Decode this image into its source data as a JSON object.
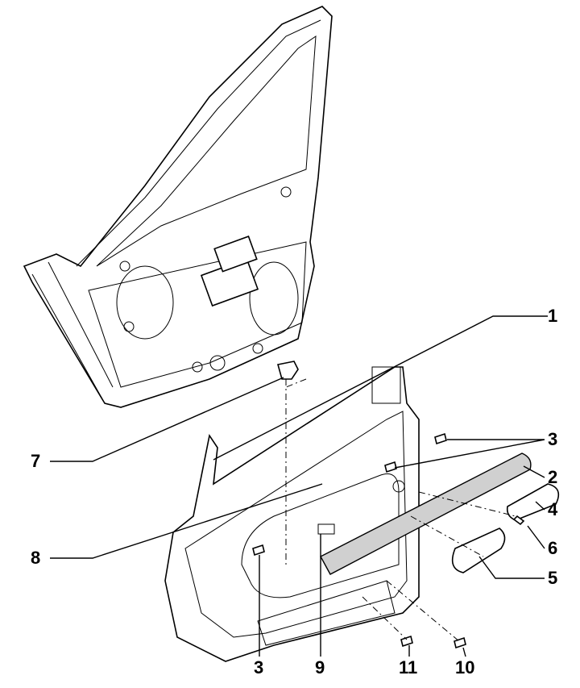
{
  "diagram": {
    "type": "exploded parts view",
    "callouts": [
      {
        "id": "c1",
        "number": "1"
      },
      {
        "id": "c2",
        "number": "2"
      },
      {
        "id": "c3a",
        "number": "3"
      },
      {
        "id": "c4",
        "number": "4"
      },
      {
        "id": "c5",
        "number": "5"
      },
      {
        "id": "c6",
        "number": "6"
      },
      {
        "id": "c7",
        "number": "7"
      },
      {
        "id": "c8",
        "number": "8"
      },
      {
        "id": "c3b",
        "number": "3"
      },
      {
        "id": "c9",
        "number": "9"
      },
      {
        "id": "c11",
        "number": "11"
      },
      {
        "id": "c10",
        "number": "10"
      }
    ]
  }
}
